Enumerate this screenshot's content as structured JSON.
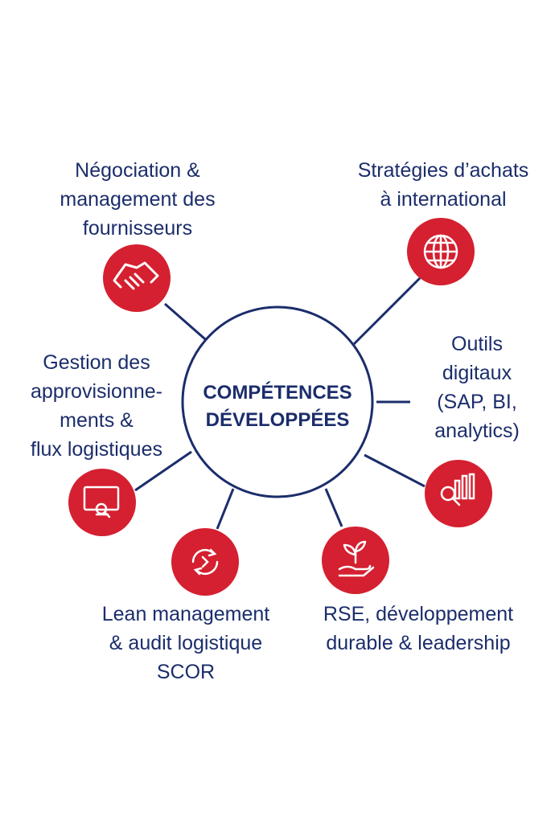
{
  "colors": {
    "navy": "#1b2d6b",
    "red": "#d42030",
    "white": "#ffffff"
  },
  "center": {
    "title": "COMPÉTENCES\nDÉVELOPPÉES"
  },
  "nodes": [
    {
      "id": "negotiation",
      "icon": "handshake-icon",
      "label": "Négociation &\nmanagement des\nfournisseurs"
    },
    {
      "id": "international",
      "icon": "globe-icon",
      "label": "Stratégies d’achats\nà international"
    },
    {
      "id": "digital",
      "icon": "analytics-chart-icon",
      "label": "Outils\ndigitaux\n(SAP, BI,\nanalytics)"
    },
    {
      "id": "supply",
      "icon": "monitor-search-icon",
      "label": "Gestion des\napprovisionne-\nments &\nflux logistiques"
    },
    {
      "id": "lean",
      "icon": "cycle-arrows-icon",
      "label": "Lean management\n& audit logistique\nSCOR"
    },
    {
      "id": "rse",
      "icon": "plant-hand-icon",
      "label": "RSE, développement\ndurable & leadership"
    }
  ]
}
